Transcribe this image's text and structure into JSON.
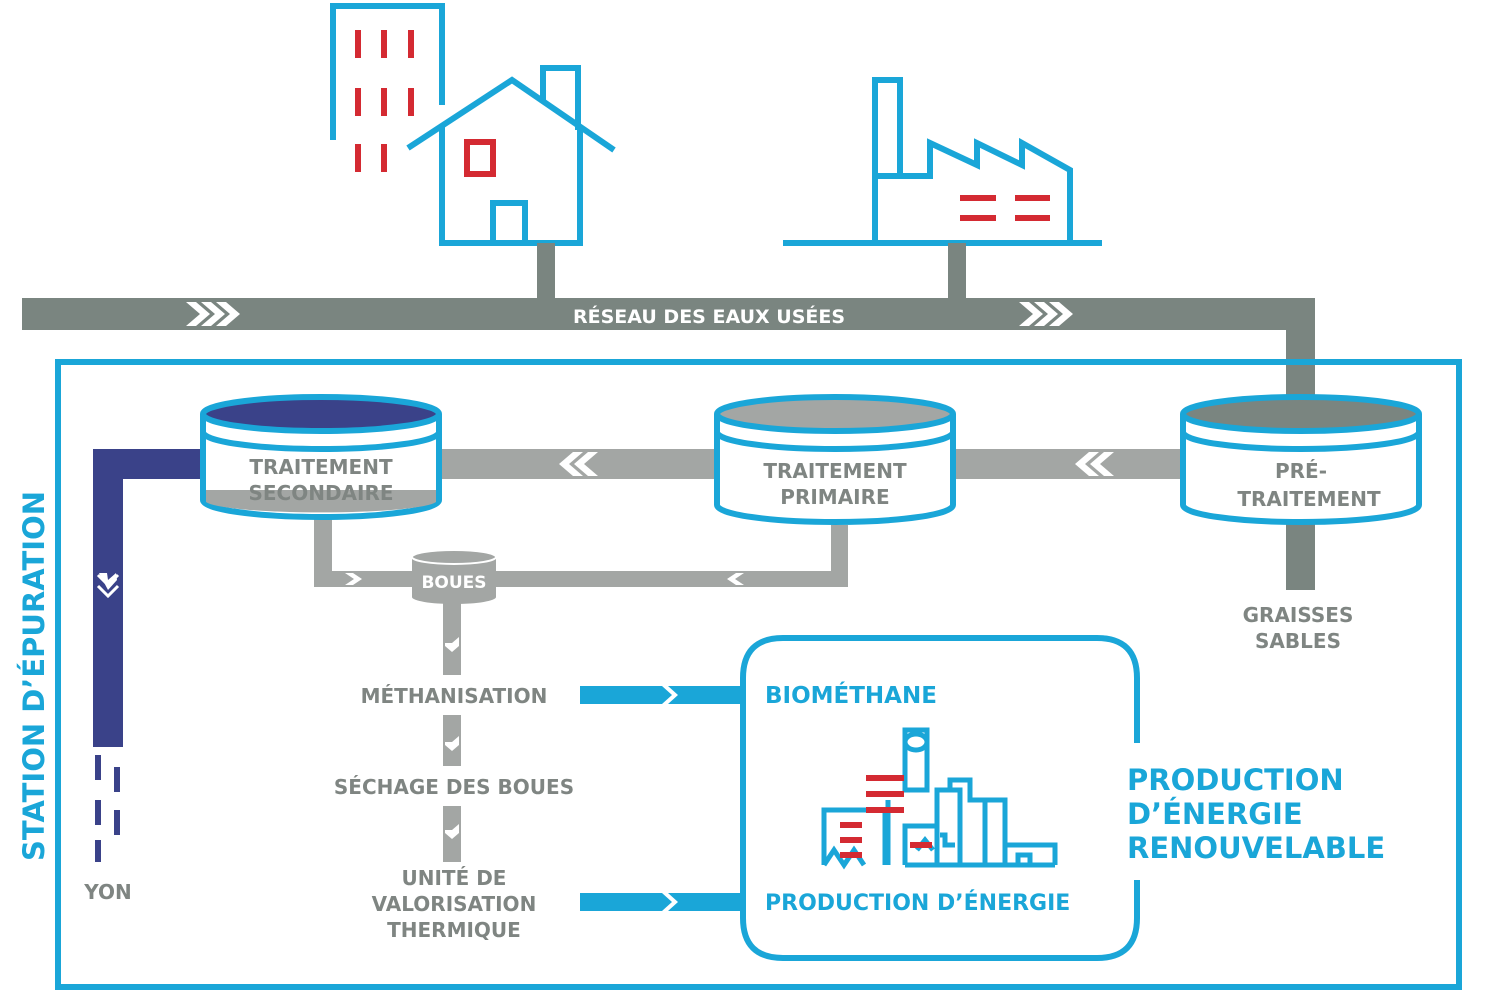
{
  "colors": {
    "light_blue": "#1aa6d8",
    "dark_navy": "#3a4289",
    "network_gray": "#7a8580",
    "process_gray": "#a3a6a4",
    "red": "#d42a32"
  },
  "icons": [
    "apartment-building-icon",
    "house-icon",
    "factory-icon",
    "energy-plant-icon",
    "chevron-arrow-icon"
  ],
  "labels": {
    "network": "RÉSEAU DES EAUX USÉES",
    "station": "STATION D’ÉPURATION",
    "secondary_1": "TRAITEMENT",
    "secondary_2": "SECONDAIRE",
    "primary_1": "TRAITEMENT",
    "primary_2": "PRIMAIRE",
    "pre_1": "PRÉ-",
    "pre_2": "TRAITEMENT",
    "greases_1": "GRAISSES",
    "greases_2": "SABLES",
    "sludge": "BOUES",
    "methanisation": "MÉTHANISATION",
    "drying": "SÉCHAGE DES BOUES",
    "thermal_1": "UNITÉ DE",
    "thermal_2": "VALORISATION",
    "thermal_3": "THERMIQUE",
    "river": "YON",
    "biomethane": "BIOMÉTHANE",
    "energy_production": "PRODUCTION D’ÉNERGIE",
    "renewable_1": "PRODUCTION",
    "renewable_2": "D’ÉNERGIE",
    "renewable_3": "RENOUVELABLE"
  }
}
